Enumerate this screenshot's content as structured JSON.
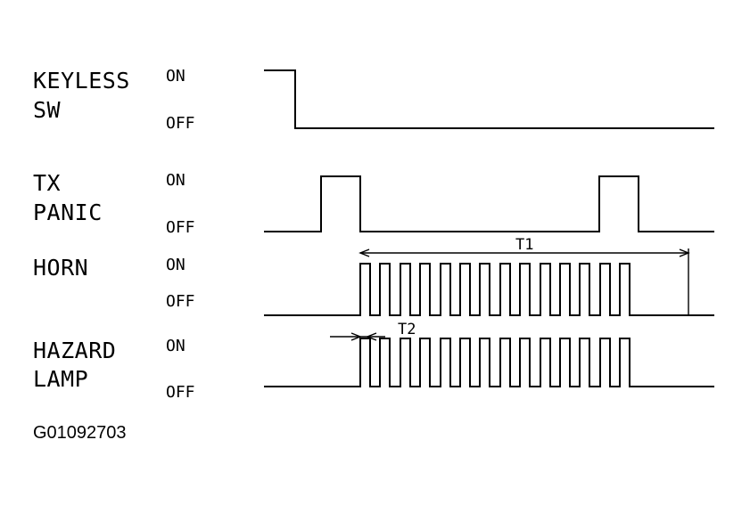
{
  "signals": [
    {
      "id": "keyless-sw",
      "name_lines": [
        "KEYLESS",
        "SW"
      ],
      "on": "ON",
      "off": "OFF"
    },
    {
      "id": "tx-panic",
      "name_lines": [
        "TX",
        "PANIC"
      ],
      "on": "ON",
      "off": "OFF"
    },
    {
      "id": "horn",
      "name_lines": [
        "HORN"
      ],
      "on": "ON",
      "off": "OFF"
    },
    {
      "id": "hazard-lamp",
      "name_lines": [
        "HAZARD",
        "LAMP"
      ],
      "on": "ON",
      "off": "OFF"
    }
  ],
  "annotations": {
    "t1": "T1",
    "t2": "T2"
  },
  "figure_id": "G01092703",
  "colors": {
    "line": "#000000",
    "background": "#ffffff"
  }
}
